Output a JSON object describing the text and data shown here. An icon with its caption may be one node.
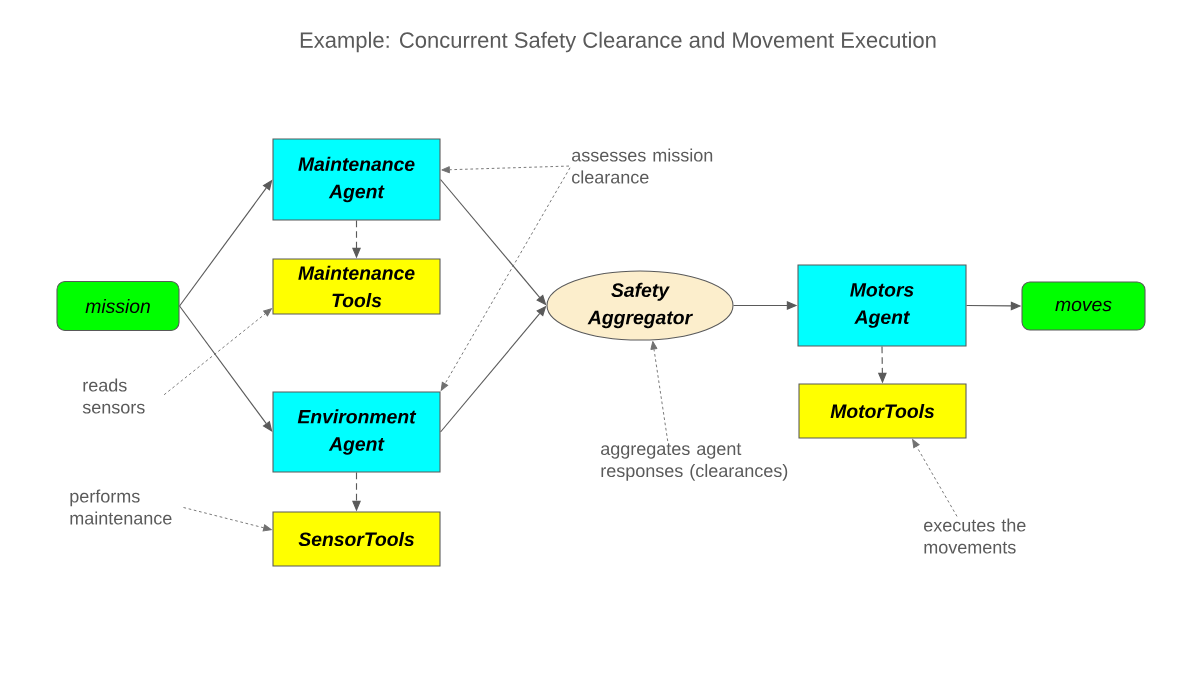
{
  "diagram": {
    "title": "Example: Concurrent Safety Clearance and Movement Execution",
    "nodes": [
      {
        "text": [
          "mission"
        ]
      },
      {
        "text": [
          "Maintenance Agent"
        ]
      },
      {
        "text": [
          "Maintenance Tools"
        ]
      },
      {
        "text": [
          "Environment Agent"
        ]
      },
      {
        "text": [
          "SensorTools"
        ]
      },
      {
        "text": [
          "Safety Aggregator"
        ]
      },
      {
        "text": [
          "Motors Agent"
        ]
      },
      {
        "text": [
          "MotorTools"
        ]
      },
      {
        "text": [
          "moves"
        ]
      },
      {
        "text": [
          "assesses mission clearance"
        ]
      },
      {
        "text": [
          "reads sensors"
        ]
      },
      {
        "text": [
          "performs maintenance"
        ]
      },
      {
        "text": [
          "aggregates agent responses (clearances)"
        ]
      },
      {
        "text": [
          "executes the movements"
        ]
      }
    ],
    "edges": [
      {
        "from": 0,
        "to": 1,
        "arrow": "to"
      },
      {
        "from": 0,
        "to": 3,
        "arrow": "to"
      },
      {
        "from": 1,
        "to": 2,
        "arrow": "to",
        "style": "dashed"
      },
      {
        "from": 3,
        "to": 4,
        "arrow": "to",
        "style": "dashed"
      },
      {
        "from": 1,
        "to": 5,
        "arrow": "to"
      },
      {
        "from": 3,
        "to": 5,
        "arrow": "to"
      },
      {
        "from": 5,
        "to": 6,
        "arrow": "to"
      },
      {
        "from": 6,
        "to": 7,
        "arrow": "to",
        "style": "dashed"
      },
      {
        "from": 6,
        "to": 8,
        "arrow": "to"
      },
      {
        "from": 9,
        "to": 1,
        "arrow": "to",
        "style": "dashed"
      },
      {
        "from": 9,
        "to": 3,
        "arrow": "to",
        "style": "dashed"
      },
      {
        "from": 10,
        "to": 2,
        "arrow": "to",
        "style": "dashed"
      },
      {
        "from": 11,
        "to": 4,
        "arrow": "to",
        "style": "dashed"
      },
      {
        "from": 12,
        "to": 5,
        "arrow": "to",
        "style": "dashed"
      },
      {
        "from": 13,
        "to": 7,
        "arrow": "to",
        "style": "dashed"
      }
    ]
  }
}
